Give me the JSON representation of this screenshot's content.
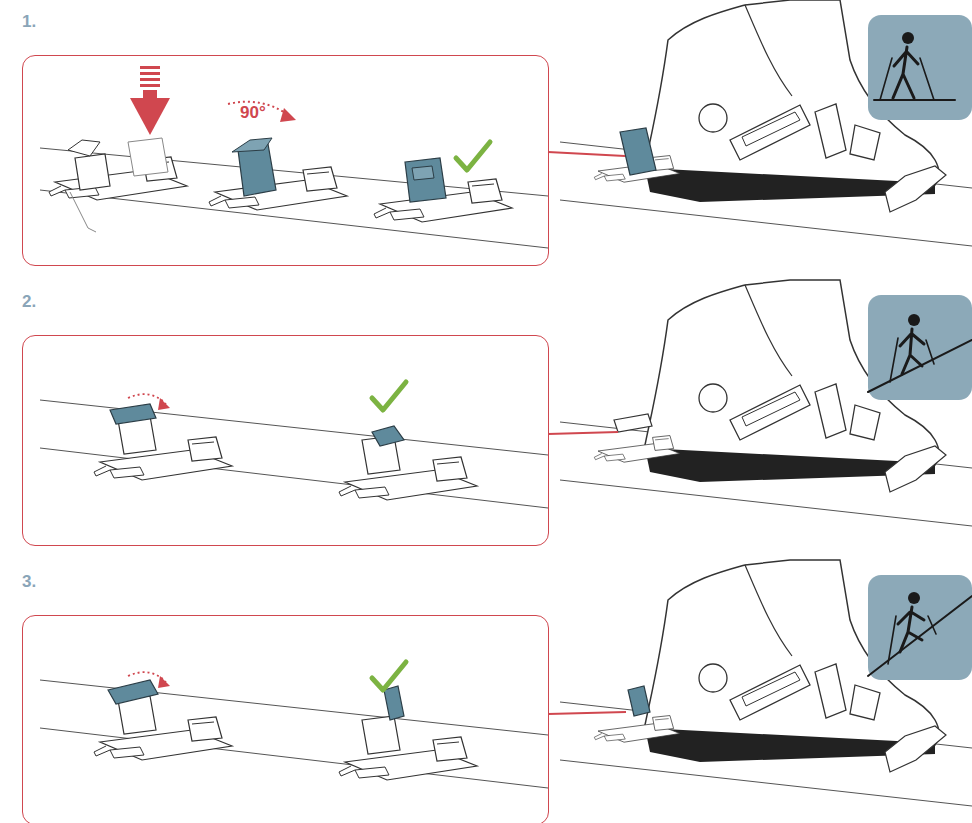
{
  "diagram": {
    "nodes": [
      {
        "text": [
          "1.",
          "90°"
        ]
      },
      {
        "text": [
          "2."
        ]
      },
      {
        "text": [
          "3."
        ]
      }
    ]
  }
}
